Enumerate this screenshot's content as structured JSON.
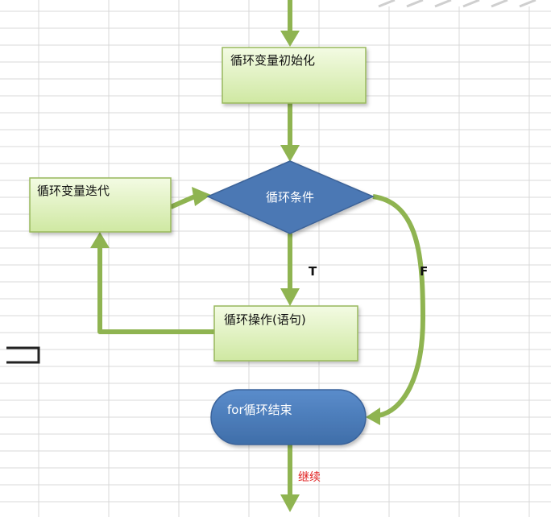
{
  "diagram": {
    "nodes": {
      "init": "循环变量初始化",
      "condition": "循环条件",
      "iterate": "循环变量迭代",
      "operation": "循环操作(语句)",
      "end": "for循环结束"
    },
    "edge_labels": {
      "true": "T",
      "false": "F",
      "continue": "继续"
    }
  },
  "colors": {
    "box_fill_top": "#f3fbe3",
    "box_fill_bottom": "#cfe8a2",
    "box_stroke": "#98b85c",
    "diamond_fill": "#4b78b4",
    "terminal_fill": "#4e7ebf",
    "arrow": "#8fb451",
    "grid": "#d9d9d9",
    "continue_text": "#e02020"
  }
}
